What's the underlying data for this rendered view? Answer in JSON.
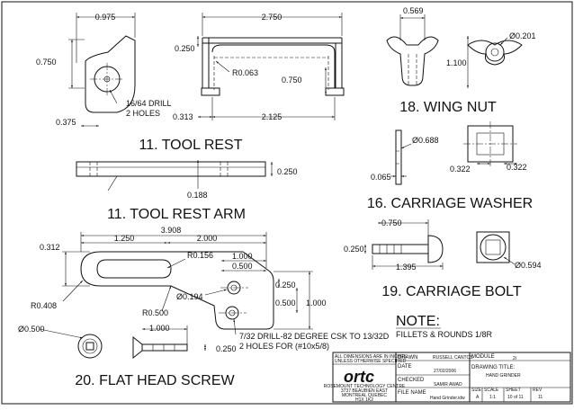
{
  "dimensions": {
    "tool_rest": {
      "width_975": "0.975",
      "length_2750": "2.750",
      "height_750": "0.750",
      "thick_250": "0.250",
      "radius_063": "R0.063",
      "inner_750": "0.750",
      "drill_note_line1": "16/64 DRILL",
      "drill_note_line2": "2 HOLES",
      "offset_375": "0.375",
      "offset_313": "0.313",
      "inner_2125": "2.125"
    },
    "tool_rest_arm": {
      "thick_250": "0.250",
      "offset_188": "0.188"
    },
    "arm_plate": {
      "length_3908": "3.908",
      "seg_1250": "1.250",
      "seg_2000": "2.000",
      "height_312": "0.312",
      "radius_156": "R0.156",
      "dim_1000a": "1.000",
      "dim_0500a": "0.500",
      "dia_194": "Ø0.194",
      "dim_0250": "0.250",
      "dim_0500b": "0.500",
      "dim_1000b": "1.000",
      "radius_408": "R0.408",
      "radius_500": "R0.500",
      "drill_note_line1": "7/32 DRILL-82 DEGREE CSK TO 13/32D",
      "drill_note_line2": "2 HOLES FOR (#10x5/8)"
    },
    "flat_head_screw": {
      "dia_500": "Ø0.500",
      "length_1000": "1.000",
      "head_250": "0.250"
    },
    "wing_nut": {
      "width_569": "0.569",
      "dia_201": "Ø0.201",
      "height_1100": "1.100"
    },
    "carriage_washer": {
      "dia_688": "Ø0.688",
      "thick_065": "0.065",
      "sq_322a": "0.322",
      "sq_322b": "0.322"
    },
    "carriage_bolt": {
      "head_750": "0.750",
      "head_250": "0.250",
      "length_1395": "1.395",
      "dia_594": "Ø0.594"
    }
  },
  "titles": {
    "tool_rest": "11. TOOL REST",
    "tool_rest_arm": "11. TOOL REST ARM",
    "wing_nut": "18. WING NUT",
    "carriage_washer": "16. CARRIAGE WASHER",
    "carriage_bolt": "19. CARRIAGE BOLT",
    "flat_head_screw": "20. FLAT HEAD SCREW"
  },
  "note": {
    "heading": "NOTE:",
    "text": "FILLETS & ROUNDS 1/8R"
  },
  "title_block": {
    "tolerance_line1": "ALL DIMENSIONS ARE IN INCHES",
    "tolerance_line2": "UNLESS OTHERWISE SPECIFIED",
    "logo": "ortc",
    "company_line1": "ROSEMOUNT TECHNOLOGY CENTRE",
    "company_line2": "3737 BEAUBIEN EAST",
    "company_line3": "MONTREAL QUEBEC",
    "company_line4": "H1X 1K2",
    "drawn_label": "DRAWN",
    "drawn_value": "RUSSELL CANTOS",
    "date_label": "DATE",
    "date_value": "27/02/2006",
    "checked_label": "CHECKED",
    "checked_value": "SAMIR AWAD",
    "file_label": "FILE NAME",
    "file_value": "Hand Grinder.idw",
    "module_label": "MODULE",
    "module_value": "2i",
    "drawing_title_label": "DRAWING TITLE:",
    "drawing_title_value": "HAND GRINDER",
    "size_label": "SIZE",
    "size_value": "A",
    "scale_label": "SCALE",
    "scale_value": "1:1",
    "sheet_label": "SHEET",
    "sheet_value": "10 of 11",
    "rev_label": "REV",
    "rev_value": "11"
  }
}
